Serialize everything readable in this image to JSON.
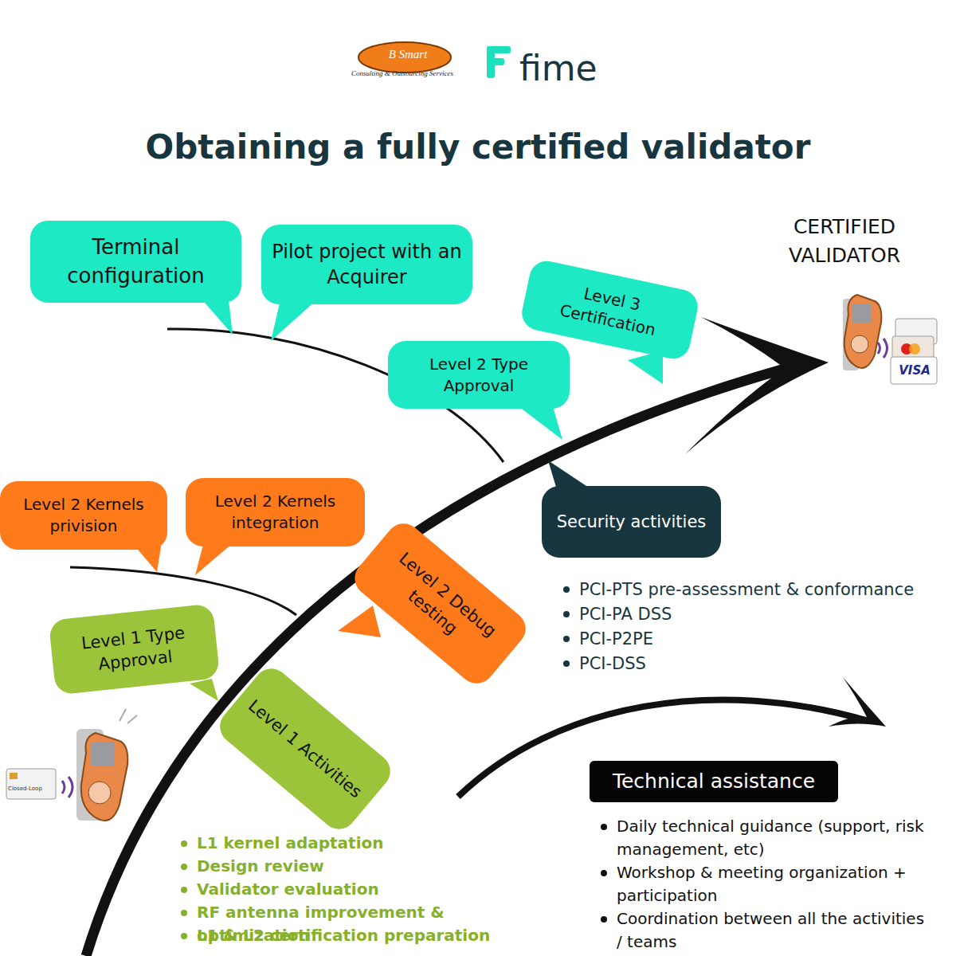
{
  "diagram": {
    "title": "Obtaining a fully certified validator",
    "nodes": [
      {
        "text": [
          "Terminal configuration"
        ]
      },
      {
        "text": [
          "Pilot project with an Acquirer"
        ]
      },
      {
        "text": [
          "Level 3 Certification"
        ]
      },
      {
        "text": [
          "Level 2 Type Approval"
        ]
      },
      {
        "text": [
          "Security activities"
        ]
      },
      {
        "text": [
          "Level 2 Kernels privision"
        ]
      },
      {
        "text": [
          "Level 2 Kernels integration"
        ]
      },
      {
        "text": [
          "Level 2 Debug testing"
        ]
      },
      {
        "text": [
          "Level 1 Type Approval"
        ]
      },
      {
        "text": [
          "Level 1 Activities"
        ]
      },
      {
        "text": [
          "Technical assistance"
        ]
      }
    ],
    "labels": [
      "B Smart",
      "Consulting & Outsourcing Services",
      "fime",
      "CERTIFIED VALIDATOR",
      "PCI-PTS pre-assessment & conformance",
      "PCI-PA DSS",
      "PCI-P2PE",
      "PCI-DSS",
      "L1 kernel adaptation",
      "Design review",
      "Validator evaluation",
      "RF antenna improvement & optimization",
      "L1 & L2 certification preparation",
      "Daily technical guidance (support, risk management, etc)",
      "Workshop & meeting organization + participation",
      "Coordination between all the activities / teams",
      "Closed-Loop",
      "VISA"
    ]
  }
}
